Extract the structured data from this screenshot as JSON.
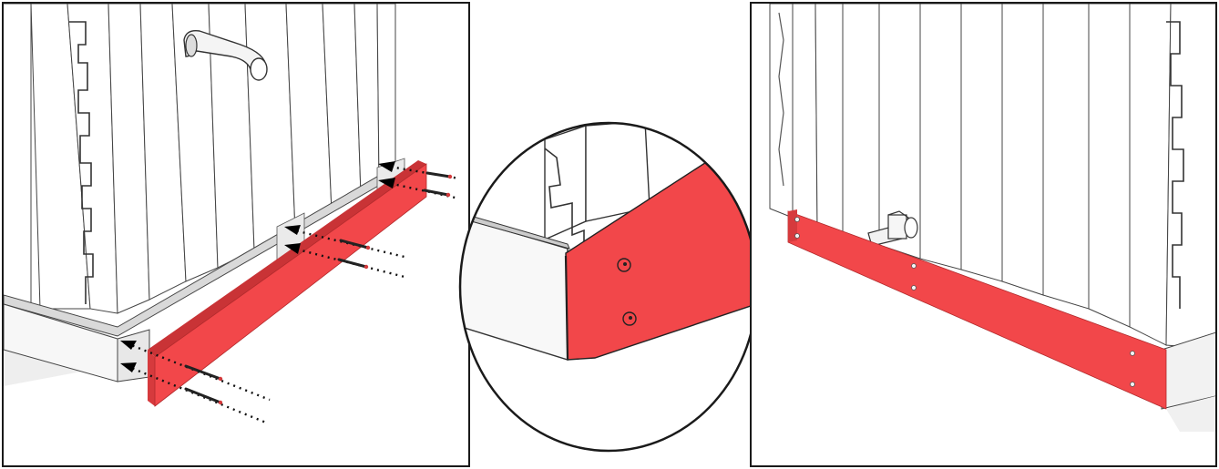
{
  "figure": {
    "panels": [
      {
        "id": "left",
        "view": "bottom-trim-board-being-screwed-to-front-of-barrel",
        "screws": 6
      },
      {
        "id": "zoom",
        "view": "close-up-of-screwed-trim-corner",
        "screws": 2
      },
      {
        "id": "right",
        "view": "side-trim-board-installed",
        "screws": 6
      }
    ],
    "colors": {
      "trim": "#f2474a",
      "outline": "#1a1a1a",
      "wood": "#ffffff",
      "shadow": "#e6e6e6"
    },
    "icons": [
      "arrow-icon",
      "screw-icon",
      "faucet-icon",
      "hose-icon"
    ]
  }
}
